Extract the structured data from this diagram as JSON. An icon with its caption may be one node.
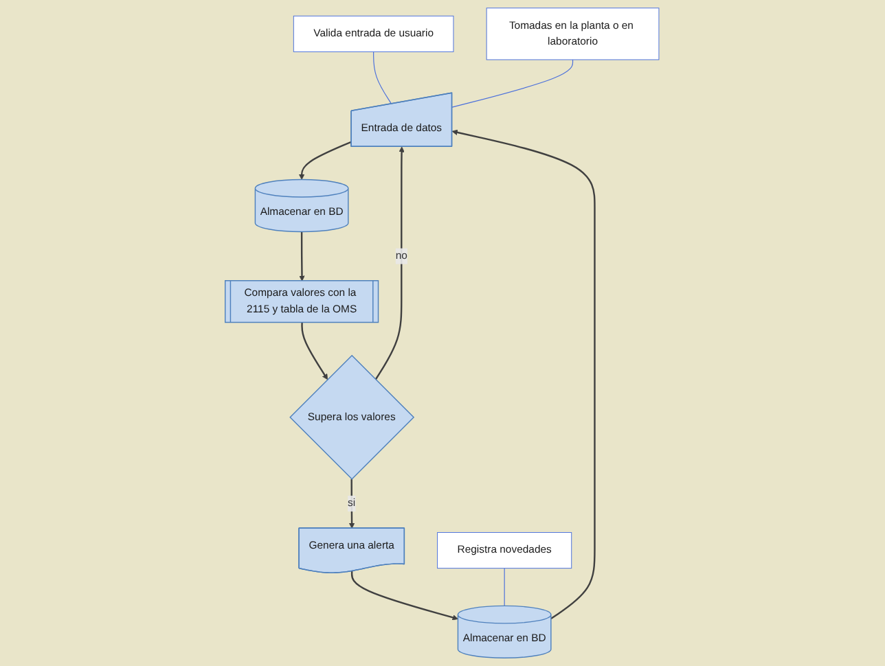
{
  "diagram": {
    "nodes": [
      {
        "text": [
          "Valida entrada de usuario"
        ]
      },
      {
        "text": [
          "Tomadas en la planta o en laboratorio"
        ]
      },
      {
        "text": [
          "Entrada de datos"
        ]
      },
      {
        "text": [
          "Almacenar en BD"
        ]
      },
      {
        "text": [
          "Compara valores con la 2115 y tabla de la OMS"
        ]
      },
      {
        "text": [
          "Supera los valores"
        ]
      },
      {
        "text": [
          "Genera una alerta"
        ]
      },
      {
        "text": [
          "Registra novedades"
        ]
      },
      {
        "text": [
          "Almacenar en BD"
        ]
      }
    ],
    "edges": [
      {
        "from": 0,
        "to": 2,
        "arrow": "none",
        "color": "#4a6fdc"
      },
      {
        "from": 1,
        "to": 2,
        "arrow": "none",
        "color": "#4a6fdc"
      },
      {
        "from": 2,
        "to": 3,
        "arrow": "to"
      },
      {
        "from": 3,
        "to": 4,
        "arrow": "to"
      },
      {
        "from": 4,
        "to": 5,
        "arrow": "to"
      },
      {
        "from": 5,
        "to": 6,
        "arrow": "to",
        "label": "si"
      },
      {
        "from": 5,
        "to": 2,
        "arrow": "to",
        "label": "no"
      },
      {
        "from": 6,
        "to": 8,
        "arrow": "to"
      },
      {
        "from": 8,
        "to": 2,
        "arrow": "to"
      },
      {
        "from": 7,
        "to": 8,
        "arrow": "none",
        "color": "#4a6fdc"
      }
    ]
  }
}
